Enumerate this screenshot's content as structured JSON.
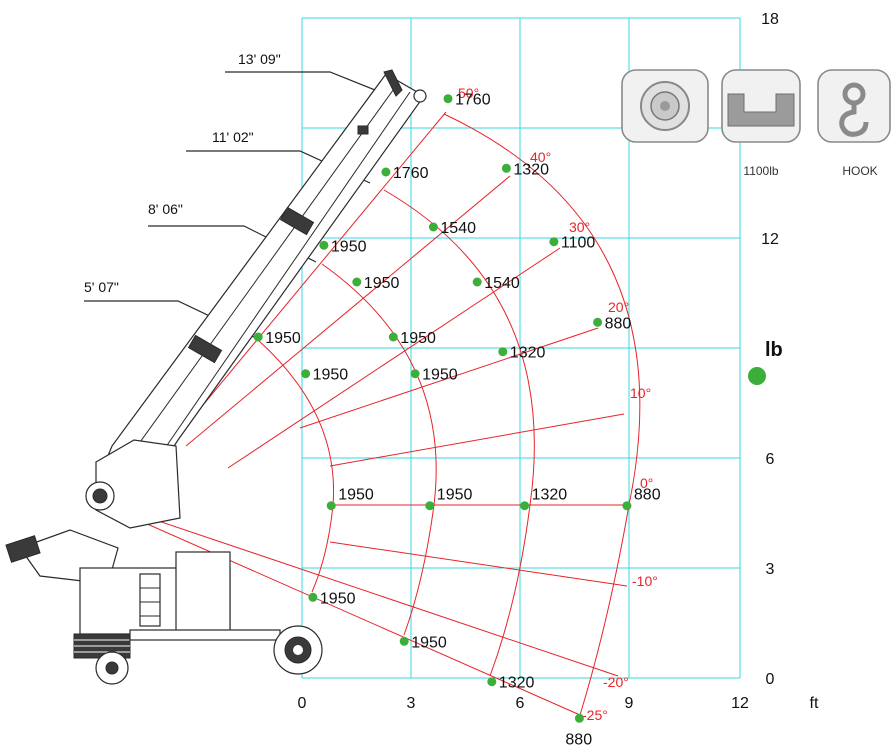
{
  "axis": {
    "x_ticks": [
      "0",
      "3",
      "6",
      "9",
      "12"
    ],
    "y_ticks": [
      "0",
      "3",
      "6",
      "12",
      "18"
    ],
    "x_unit": "ft",
    "load_unit": "lb"
  },
  "boom_lengths": [
    "13' 09\"",
    "11' 02\"",
    "8' 06\"",
    "5' 07\""
  ],
  "angles": [
    "50°",
    "40°",
    "30°",
    "20°",
    "10°",
    "0°",
    "-10°",
    "-20°",
    "-25°"
  ],
  "chart_data": {
    "type": "scatter",
    "xlabel": "ft",
    "x_ticks": [
      0,
      3,
      6,
      9,
      12
    ],
    "y_ticks": [
      0,
      3,
      6,
      12,
      18
    ],
    "points": [
      {
        "x": 4.0,
        "y": 15.8,
        "load": "1760"
      },
      {
        "x": 2.3,
        "y": 13.8,
        "load": "1760"
      },
      {
        "x": 0.6,
        "y": 11.8,
        "load": "1950"
      },
      {
        "x": -1.2,
        "y": 9.3,
        "load": "1950"
      },
      {
        "x": 5.6,
        "y": 13.9,
        "load": "1320"
      },
      {
        "x": 3.6,
        "y": 12.3,
        "load": "1540"
      },
      {
        "x": 1.5,
        "y": 10.8,
        "load": "1950"
      },
      {
        "x": 0.1,
        "y": 8.3,
        "load": "1950"
      },
      {
        "x": 6.9,
        "y": 11.9,
        "load": "1100"
      },
      {
        "x": 4.8,
        "y": 10.8,
        "load": "1540"
      },
      {
        "x": 2.5,
        "y": 9.3,
        "load": "1950"
      },
      {
        "x": 3.1,
        "y": 8.3,
        "load": "1950"
      },
      {
        "x": 8.1,
        "y": 9.7,
        "load": "880"
      },
      {
        "x": 5.5,
        "y": 8.9,
        "load": "1320"
      },
      {
        "x": 0.8,
        "y": 4.7,
        "load": "1950"
      },
      {
        "x": 3.5,
        "y": 4.7,
        "load": "1950"
      },
      {
        "x": 6.1,
        "y": 4.7,
        "load": "1320"
      },
      {
        "x": 8.9,
        "y": 4.7,
        "load": "880"
      },
      {
        "x": 0.3,
        "y": 2.2,
        "load": "1950"
      },
      {
        "x": 2.8,
        "y": 1.0,
        "load": "1950"
      },
      {
        "x": 5.2,
        "y": -0.1,
        "load": "1320"
      },
      {
        "x": 7.6,
        "y": -1.1,
        "load": "880"
      }
    ]
  },
  "icons": [
    {
      "name": "wheel-icon",
      "label": ""
    },
    {
      "name": "fork-icon",
      "label": "1100lb"
    },
    {
      "name": "hook-icon",
      "label": "HOOK"
    }
  ],
  "colors": {
    "grid": "#35d9e0",
    "arc": "#e8232a",
    "point": "#3cae3a"
  }
}
